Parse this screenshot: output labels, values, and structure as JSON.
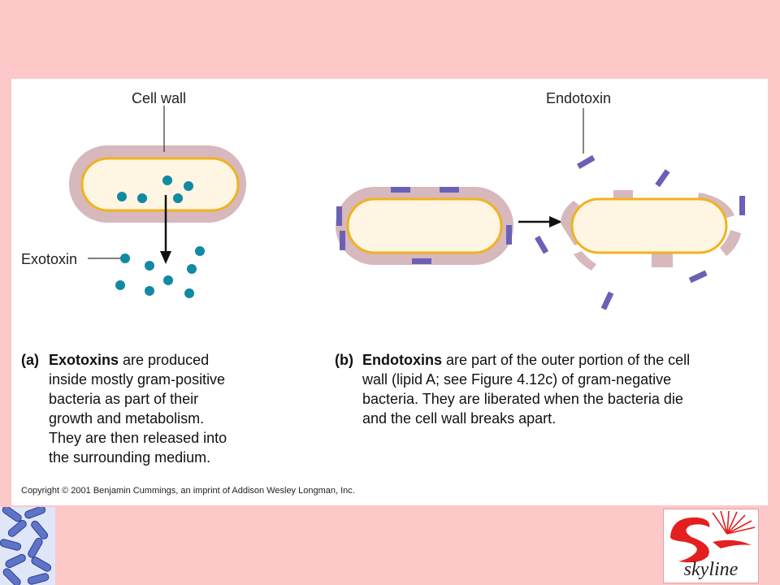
{
  "diagram": {
    "labels": {
      "cell_wall": "Cell wall",
      "exotoxin": "Exotoxin",
      "endotoxin": "Endotoxin"
    },
    "caption_a": {
      "tag": "(a)",
      "term": "Exotoxins",
      "rest_line1": " are produced",
      "lines": [
        "inside mostly gram-positive",
        "bacteria as part of their",
        "growth and metabolism.",
        "They are then released into",
        "the surrounding medium."
      ]
    },
    "caption_b": {
      "tag": "(b)",
      "term": "Endotoxins",
      "rest_line1": " are part of the outer portion of the cell",
      "lines": [
        "wall (lipid A; see Figure 4.12c) of gram-negative",
        "bacteria.  They are liberated when the bacteria die",
        "and the cell wall breaks apart."
      ]
    },
    "copyright": "Copyright © 2001 Benjamin Cummings, an imprint of Addison Wesley Longman, Inc."
  },
  "logo": {
    "text": "skyline"
  },
  "colors": {
    "background": "#fcc8c8",
    "cell_wall": "#d6b8bd",
    "cytoplasm": "#fff5e3",
    "membrane": "#f1b21f",
    "exotoxin_dot": "#118aa3",
    "endotoxin_bar": "#6a61b6",
    "logo_red": "#e31f1f"
  }
}
